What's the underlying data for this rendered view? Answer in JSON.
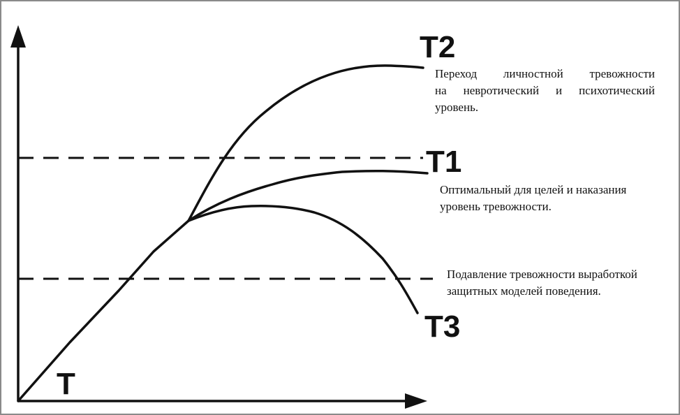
{
  "labels": {
    "origin": "T",
    "t1": "T1",
    "t2": "T2",
    "t3": "T3"
  },
  "notes": {
    "t2": [
      "Переход  личностной  тревожности",
      "на невротический и психотический",
      "уровень."
    ],
    "t1": [
      "Оптимальный для целей и наказания",
      "уровень тревожности."
    ],
    "t3": [
      "Подавление тревожности выработкой",
      "защитных моделей поведения."
    ]
  }
}
